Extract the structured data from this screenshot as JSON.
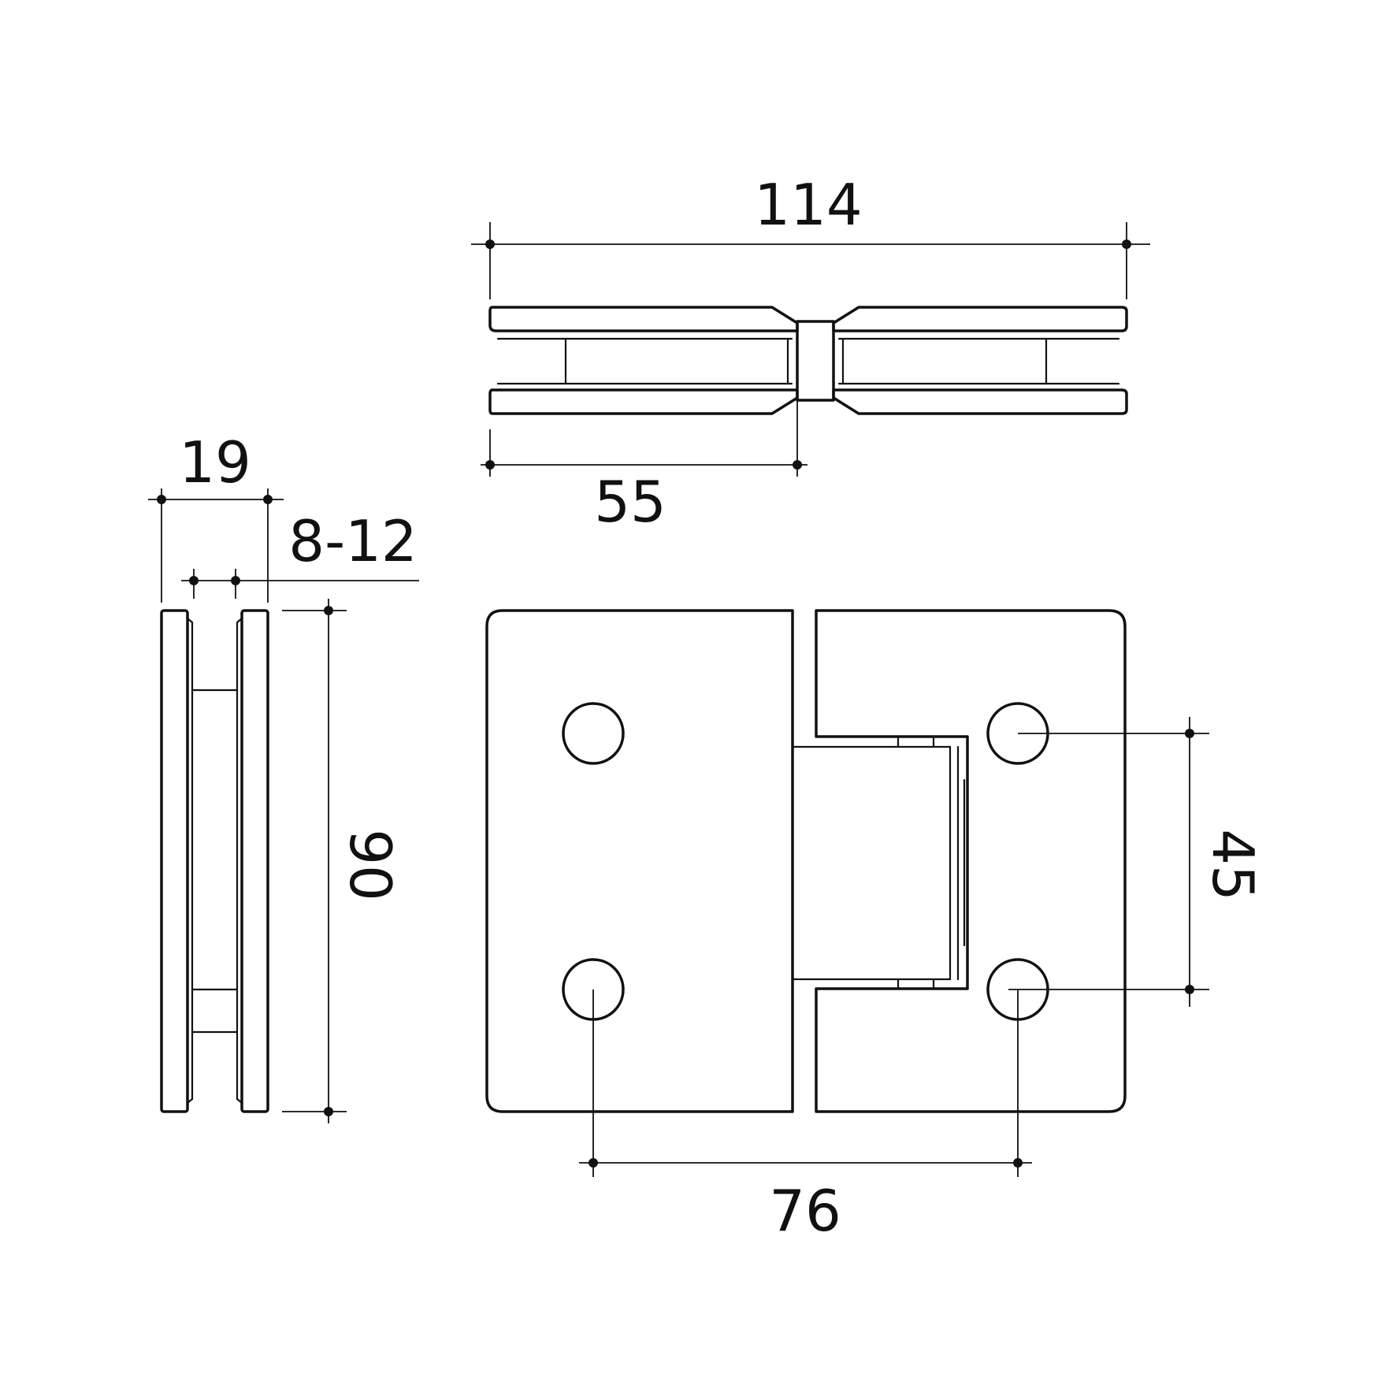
{
  "dimensions": {
    "overall_width": "114",
    "leaf_width": "55",
    "thickness": "19",
    "glass_thickness": "8-12",
    "height": "90",
    "hole_spacing_vertical": "45",
    "hole_spacing_horizontal": "76"
  },
  "colors": {
    "line": "#111111",
    "background": "#ffffff"
  }
}
